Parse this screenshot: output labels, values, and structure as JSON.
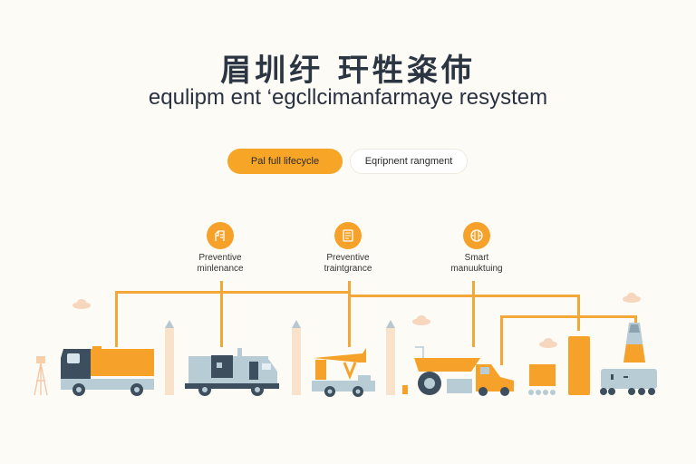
{
  "header": {
    "title_cn": "眉圳纡 玕牲粢伂",
    "subtitle": "equlipm ent ‘egcllcimanfarmaye resystem"
  },
  "tabs": [
    {
      "label": "Pal full lifecycle",
      "active": true
    },
    {
      "label": "Eqripnent rangment",
      "active": false
    }
  ],
  "nodes": [
    {
      "icon": "maintenance-tools-icon",
      "line1": "Preventive",
      "line2": "minlenance"
    },
    {
      "icon": "document-checklist-icon",
      "line1": "Preventive",
      "line2": "traintgrance"
    },
    {
      "icon": "smart-globe-icon",
      "line1": "Smart",
      "line2": "manuuktuing"
    }
  ],
  "equipment": [
    "tanker-truck",
    "utility-truck",
    "crane-truck",
    "dump-truck",
    "pickup-truck",
    "cargo-crate",
    "storage-tank",
    "industrial-vehicle",
    "traffic-cone",
    "survey-tripod"
  ],
  "colors": {
    "accent": "#f6a22a",
    "dark": "#3d4f5e",
    "light_steel": "#b8ccd6",
    "background": "#fdfbf5",
    "pillar": "#f7e3cc"
  }
}
